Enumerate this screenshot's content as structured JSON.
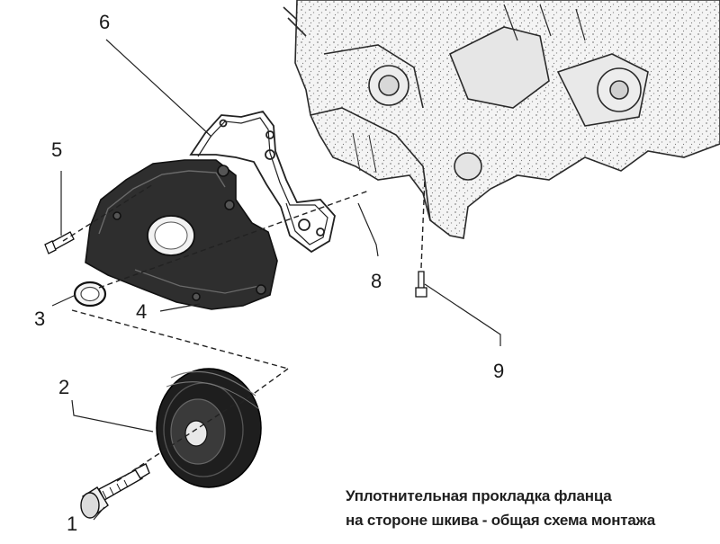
{
  "callouts": {
    "n1": "1",
    "n2": "2",
    "n3": "3",
    "n4": "4",
    "n5": "5",
    "n6": "6",
    "n8": "8",
    "n9": "9"
  },
  "caption": {
    "line1": "Уплотнительная прокладка фланца",
    "line2": "на стороне шкива - общая схема монтажа"
  }
}
